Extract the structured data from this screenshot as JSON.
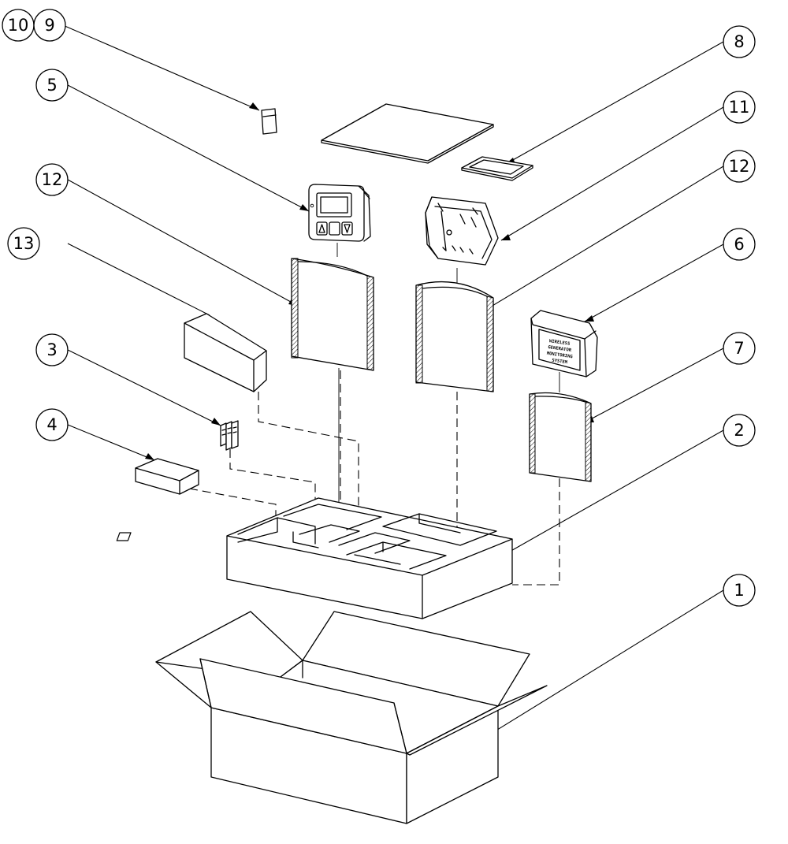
{
  "callouts": [
    {
      "id": "1",
      "label": "1"
    },
    {
      "id": "2",
      "label": "2"
    },
    {
      "id": "3",
      "label": "3"
    },
    {
      "id": "4",
      "label": "4"
    },
    {
      "id": "5",
      "label": "5"
    },
    {
      "id": "6",
      "label": "6"
    },
    {
      "id": "7",
      "label": "7"
    },
    {
      "id": "8",
      "label": "8"
    },
    {
      "id": "9",
      "label": "9"
    },
    {
      "id": "10",
      "label": "10"
    },
    {
      "id": "11",
      "label": "11"
    },
    {
      "id": "12a",
      "label": "12"
    },
    {
      "id": "12b",
      "label": "12"
    },
    {
      "id": "13",
      "label": "13"
    }
  ],
  "display_label": {
    "line1": "WIRELESS",
    "line2": "GENERATOR",
    "line3": "MONITORING",
    "line4": "SYSTEM"
  },
  "colors": {
    "line": "#000000",
    "background": "#ffffff",
    "hatch": "#000000"
  }
}
